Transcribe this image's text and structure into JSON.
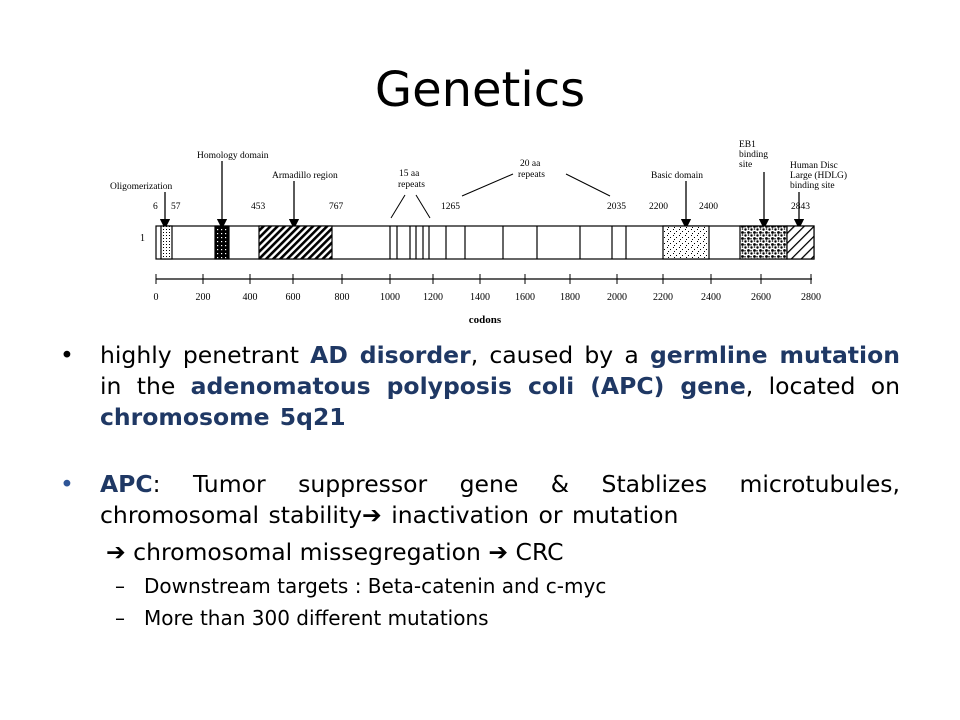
{
  "slide": {
    "title": "Genetics"
  },
  "figure": {
    "row_label": "1",
    "domain_labels": {
      "oligomerization": "Oligomerization",
      "homology": "Homology domain",
      "armadillo": "Armadillo region",
      "aa15_line1": "15 aa",
      "aa15_line2": "repeats",
      "aa20_line1": "20 aa",
      "aa20_line2": "repeats",
      "basic": "Basic domain",
      "eb1_line1": "EB1",
      "eb1_line2": "binding",
      "eb1_line3": "site",
      "hdlg_line1": "Human Disc",
      "hdlg_line2": "Large (HDLG)",
      "hdlg_line3": "binding site"
    },
    "position_labels": [
      "6",
      "57",
      "453",
      "767",
      "1265",
      "2035",
      "2200",
      "2400",
      "2843"
    ],
    "axis_ticks": [
      "0",
      "200",
      "400",
      "600",
      "800",
      "1000",
      "1200",
      "1400",
      "1600",
      "1800",
      "2000",
      "2200",
      "2400",
      "2600",
      "2800"
    ],
    "axis_label": "codons"
  },
  "bullets": [
    {
      "p1": "highly penetrant ",
      "b1": "AD disorder",
      "p2": ", caused by a ",
      "b2": "germline mutation",
      "p3": " in the ",
      "b3": "adenomatous polyposis coli (APC) gene",
      "p4": ", located on ",
      "b4": "chromosome 5q21"
    },
    {
      "b1": "APC",
      "p1": ": Tumor suppressor gene & Stablizes microtubules, chromosomal stability",
      "arrow": "➔",
      "p2": " inactivation or mutation",
      "line2": "➔ chromosomal missegregation ➔ CRC",
      "subs": [
        "Downstream targets : Beta-catenin and c-myc",
        "More than 300 different mutations"
      ]
    }
  ],
  "colors": {
    "emphasis": "#1f3864",
    "bullet2": "#2f5597"
  }
}
